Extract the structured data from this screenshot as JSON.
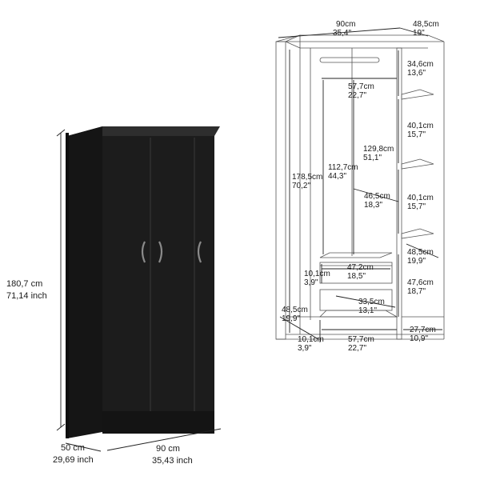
{
  "left_view": {
    "height_cm": "180,7 cm",
    "height_in": "71,14 inch",
    "depth_cm": "50 cm",
    "depth_in": "29,69 inch",
    "width_cm": "90 cm",
    "width_in": "35,43 inch"
  },
  "right_view": {
    "top_width_cm": "90cm",
    "top_width_in": "35,4\"",
    "top_depth_cm": "48,5cm",
    "top_depth_in": "19\"",
    "rod_drop_cm": "34,6cm",
    "rod_drop_in": "13,6\"",
    "hang_width_cm": "57,7cm",
    "hang_width_in": "22,7\"",
    "shelf1_cm": "40,1cm",
    "shelf1_in": "15,7\"",
    "hang_height_cm": "129,8cm",
    "hang_height_in": "51,1\"",
    "inner_height_cm": "112,7cm",
    "inner_height_in": "44,3\"",
    "total_height_cm": "178,5cm",
    "total_height_in": "70,2\"",
    "inner_depth_cm": "46,5cm",
    "inner_depth_in": "18,3\"",
    "shelf2_cm": "40,1cm",
    "shelf2_in": "15,7\"",
    "shelf_depth_cm": "48,5cm",
    "shelf_depth_in": "19,9\"",
    "drawer_width_cm": "47,2cm",
    "drawer_width_in": "18,5\"",
    "drawer_height1_cm": "10,1cm",
    "drawer_height1_in": "3,9\"",
    "lower_section_cm": "47,6cm",
    "lower_section_in": "18,7\"",
    "drawer_depth_cm": "33,5cm",
    "drawer_depth_in": "13,1\"",
    "side_depth_cm": "48,5cm",
    "side_depth_in": "19,9\"",
    "drawer_height2_cm": "10,1cm",
    "drawer_height2_in": "3,9\"",
    "bottom_width_cm": "57,7cm",
    "bottom_width_in": "22,7\"",
    "bottom_side_cm": "27,7cm",
    "bottom_side_in": "10,9\""
  },
  "colors": {
    "cabinet_body": "#1c1c1c",
    "cabinet_edge": "#3a3a3a",
    "lines": "#222222"
  }
}
